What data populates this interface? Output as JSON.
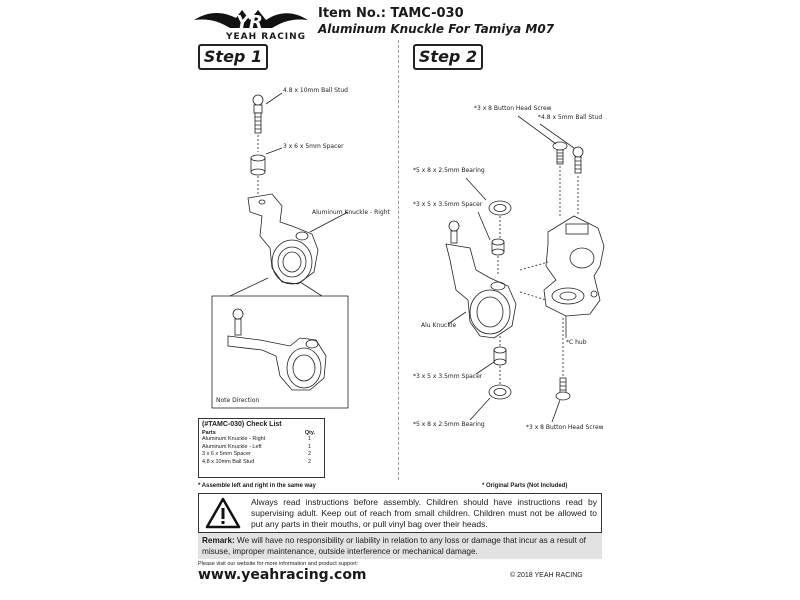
{
  "brand": {
    "logo_text": "YEAH RACING"
  },
  "header": {
    "item_no": "Item No.: TAMC-030",
    "title": "Aluminum Knuckle For Tamiya M07"
  },
  "steps": {
    "step1": "Step 1",
    "step2": "Step 2"
  },
  "step1_labels": {
    "ball_stud": "4.8 x 10mm Ball Stud",
    "spacer": "3 x 6 x 5mm Spacer",
    "knuckle": "Aluminum Knuckle - Right",
    "note_direction": "Note Direction"
  },
  "step2_labels": {
    "button_screw_top": "*3 x 8 Button Head Screw",
    "ball_stud": "*4.8 x 5mm Ball Stud",
    "bearing_top": "*5 x 8 x 2.5mm Bearing",
    "spacer_top": "*3 x 5 x 3.5mm Spacer",
    "alu_knuckle": "Alu Knuckle",
    "c_hub": "*C hub",
    "spacer_bottom": "*3 x 5 x 3.5mm Spacer",
    "bearing_bottom": "*5 x 8 x 2.5mm Bearing",
    "button_screw_bottom": "*3 x 8 Button Head Screw"
  },
  "checklist": {
    "title": "(#TAMC-030) Check List",
    "col_parts": "Parts",
    "col_qty": "Qty.",
    "rows": [
      {
        "part": "Aluminum Knuckle - Right",
        "qty": "1"
      },
      {
        "part": "Aluminum Knuckle - Left",
        "qty": "1"
      },
      {
        "part": "3 x 6 x 5mm Spacer",
        "qty": "2"
      },
      {
        "part": "4.8 x 10mm Ball Stud",
        "qty": "2"
      }
    ]
  },
  "notes": {
    "assemble": "* Assemble left and right in the same way",
    "original": "* Original Parts (Not Included)"
  },
  "warning": "Always read instructions before assembly. Children should have instructions read by supervising adult. Keep out of reach from small children. Children must not be allowed to put any parts in their mouths, or pull vinyl bag over their heads.",
  "remark": {
    "label": "Remark:",
    "text": " We will have no responsibility or liability in relation to any loss or damage that incur as a result of misuse, improper maintenance, outside interference or mechanical damage."
  },
  "footer": {
    "website_note": "Please visit our website for more information and product support:",
    "website": "www.yeahracing.com",
    "copyright": "© 2018 YEAH RACING"
  }
}
